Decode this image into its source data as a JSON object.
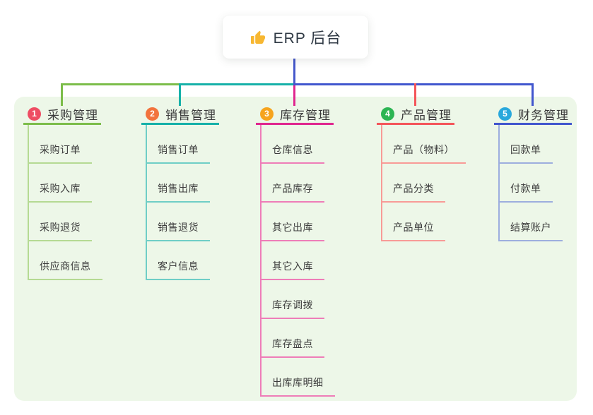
{
  "root": {
    "icon": "thumbs-up-icon",
    "icon_color": "#f7b731",
    "label": "ERP 后台"
  },
  "colors": {
    "page_bg": "#ffffff",
    "panel_bg": "#edf7e8",
    "root_line": "#4558cb",
    "title_text": "#3b3b3b",
    "child_text": "#3d3d3d"
  },
  "branches": [
    {
      "index": "1",
      "label": "采购管理",
      "badge_color": "#ee4d63",
      "line_color": "#7cbd4a",
      "child_line_color": "#b5da93",
      "children": [
        "采购订单",
        "采购入库",
        "采购退货",
        "供应商信息"
      ]
    },
    {
      "index": "2",
      "label": "销售管理",
      "badge_color": "#f2733d",
      "line_color": "#16b1a9",
      "child_line_color": "#6fcec6",
      "children": [
        "销售订单",
        "销售出库",
        "销售退货",
        "客户信息"
      ]
    },
    {
      "index": "3",
      "label": "库存管理",
      "badge_color": "#f6a41d",
      "line_color": "#e0268f",
      "child_line_color": "#ee7db8",
      "children": [
        "仓库信息",
        "产品库存",
        "其它出库",
        "其它入库",
        "库存调拨",
        "库存盘点",
        "出库库明细"
      ]
    },
    {
      "index": "4",
      "label": "产品管理",
      "badge_color": "#2cb553",
      "line_color": "#f4555a",
      "child_line_color": "#f89b97",
      "children": [
        "产品（物料）",
        "产品分类",
        "产品单位"
      ]
    },
    {
      "index": "5",
      "label": "财务管理",
      "badge_color": "#29a8dc",
      "line_color": "#4156ce",
      "child_line_color": "#9daede",
      "children": [
        "回款单",
        "付款单",
        "结算账户"
      ]
    }
  ]
}
